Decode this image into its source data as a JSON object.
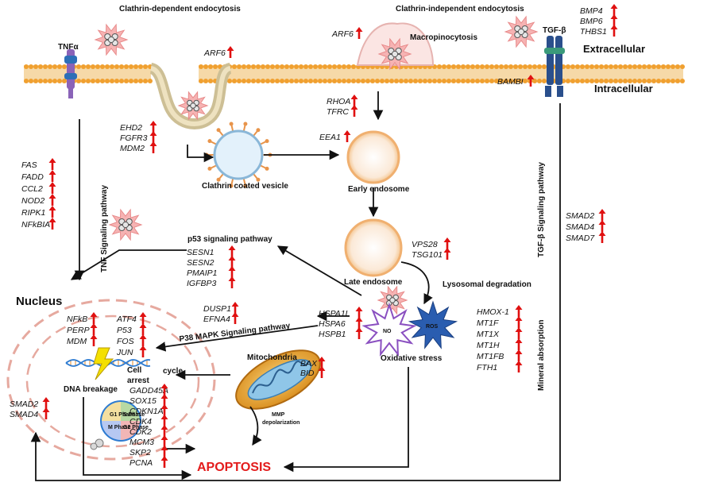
{
  "titles": {
    "clathrin_dependent": "Clathrin-dependent endocytosis",
    "clathrin_independent": "Clathrin-independent endocytosis",
    "extracellular": "Extracellular",
    "intracellular": "Intracellular",
    "macropinocytosis": "Macropinocytosis",
    "clathrin_coated_vesicle": "Clathrin coated vesicle",
    "early_endosome": "Early endosome",
    "late_endosome": "Late endosome",
    "lysosomal_degradation": "Lysosomal degradation",
    "p53_pathway": "p53 signaling pathway",
    "p38_pathway": "P38 MAPK Signaling pathway",
    "tnf_pathway": "TNF Signaling pathway",
    "tgf_pathway": "TGF-β Signaling pathway",
    "mineral_absorption": "Mineral absorption",
    "nucleus": "Nucleus",
    "mitochondria": "Mitochondria",
    "oxidative_stress": "Oxidative stress",
    "mmp": "MMP",
    "depolarization": "depolarization",
    "dna_breakage": "DNA breakage",
    "cell_cycle_1": "Cell",
    "cell_cycle_2": "cycle",
    "cell_cycle_3": "arrest",
    "apoptosis": "APOPTOSIS",
    "tnf_alpha": "TNFα",
    "tgf_beta": "TGF-β",
    "no": "NO",
    "ros": "ROS"
  },
  "genes": {
    "tgf_ligands": [
      "BMP4",
      "BMP6",
      "THBS1"
    ],
    "arf6_top": "ARF6",
    "arf6_macro": "ARF6",
    "bambi": "BAMBI",
    "rho_tfrc": [
      "RHOA",
      "TFRC"
    ],
    "ehd": [
      "EHD2",
      "FGFR3",
      "MDM2"
    ],
    "eea1": "EEA1",
    "tnf": [
      "FAS",
      "FADD",
      "CCL2",
      "NOD2",
      "RIPK1",
      "NFkBIA"
    ],
    "smad_tgf": [
      "SMAD2",
      "SMAD4",
      "SMAD7"
    ],
    "late_endo": [
      "VPS28",
      "TSG101"
    ],
    "p53": [
      "SESN1",
      "SESN2",
      "PMAIP1",
      "IGFBP3"
    ],
    "p38": [
      "DUSP1",
      "EFNA4"
    ],
    "hsp": [
      "HSPA1L",
      "HSPA6",
      "HSPB1"
    ],
    "mineral": [
      "HMOX-1",
      "MT1F",
      "MT1X",
      "MT1H",
      "MT1FB",
      "FTH1"
    ],
    "nuc_left": [
      "NFkB",
      "PERP",
      "MDM"
    ],
    "nuc_right": [
      "ATF4",
      "P53",
      "FOS",
      "JUN"
    ],
    "bax_bid": [
      "BAX",
      "BID"
    ],
    "cycle": [
      "GADD45A",
      "SOX15",
      "CDKN1A",
      "CDK4",
      "CDK2",
      "MCM3",
      "SKP2",
      "PCNA"
    ],
    "smad_nuc": [
      "SMAD2",
      "SMAD4"
    ]
  },
  "cycle_phases": [
    "G1 Phase",
    "S Phase",
    "G2 Phase",
    "M Phase"
  ],
  "colors": {
    "up_arrow": "#e01010",
    "apoptosis": "#e31b1b",
    "membrane": "#f0a030",
    "ros": "#2a5db0",
    "no_star": "#b07ad8"
  }
}
